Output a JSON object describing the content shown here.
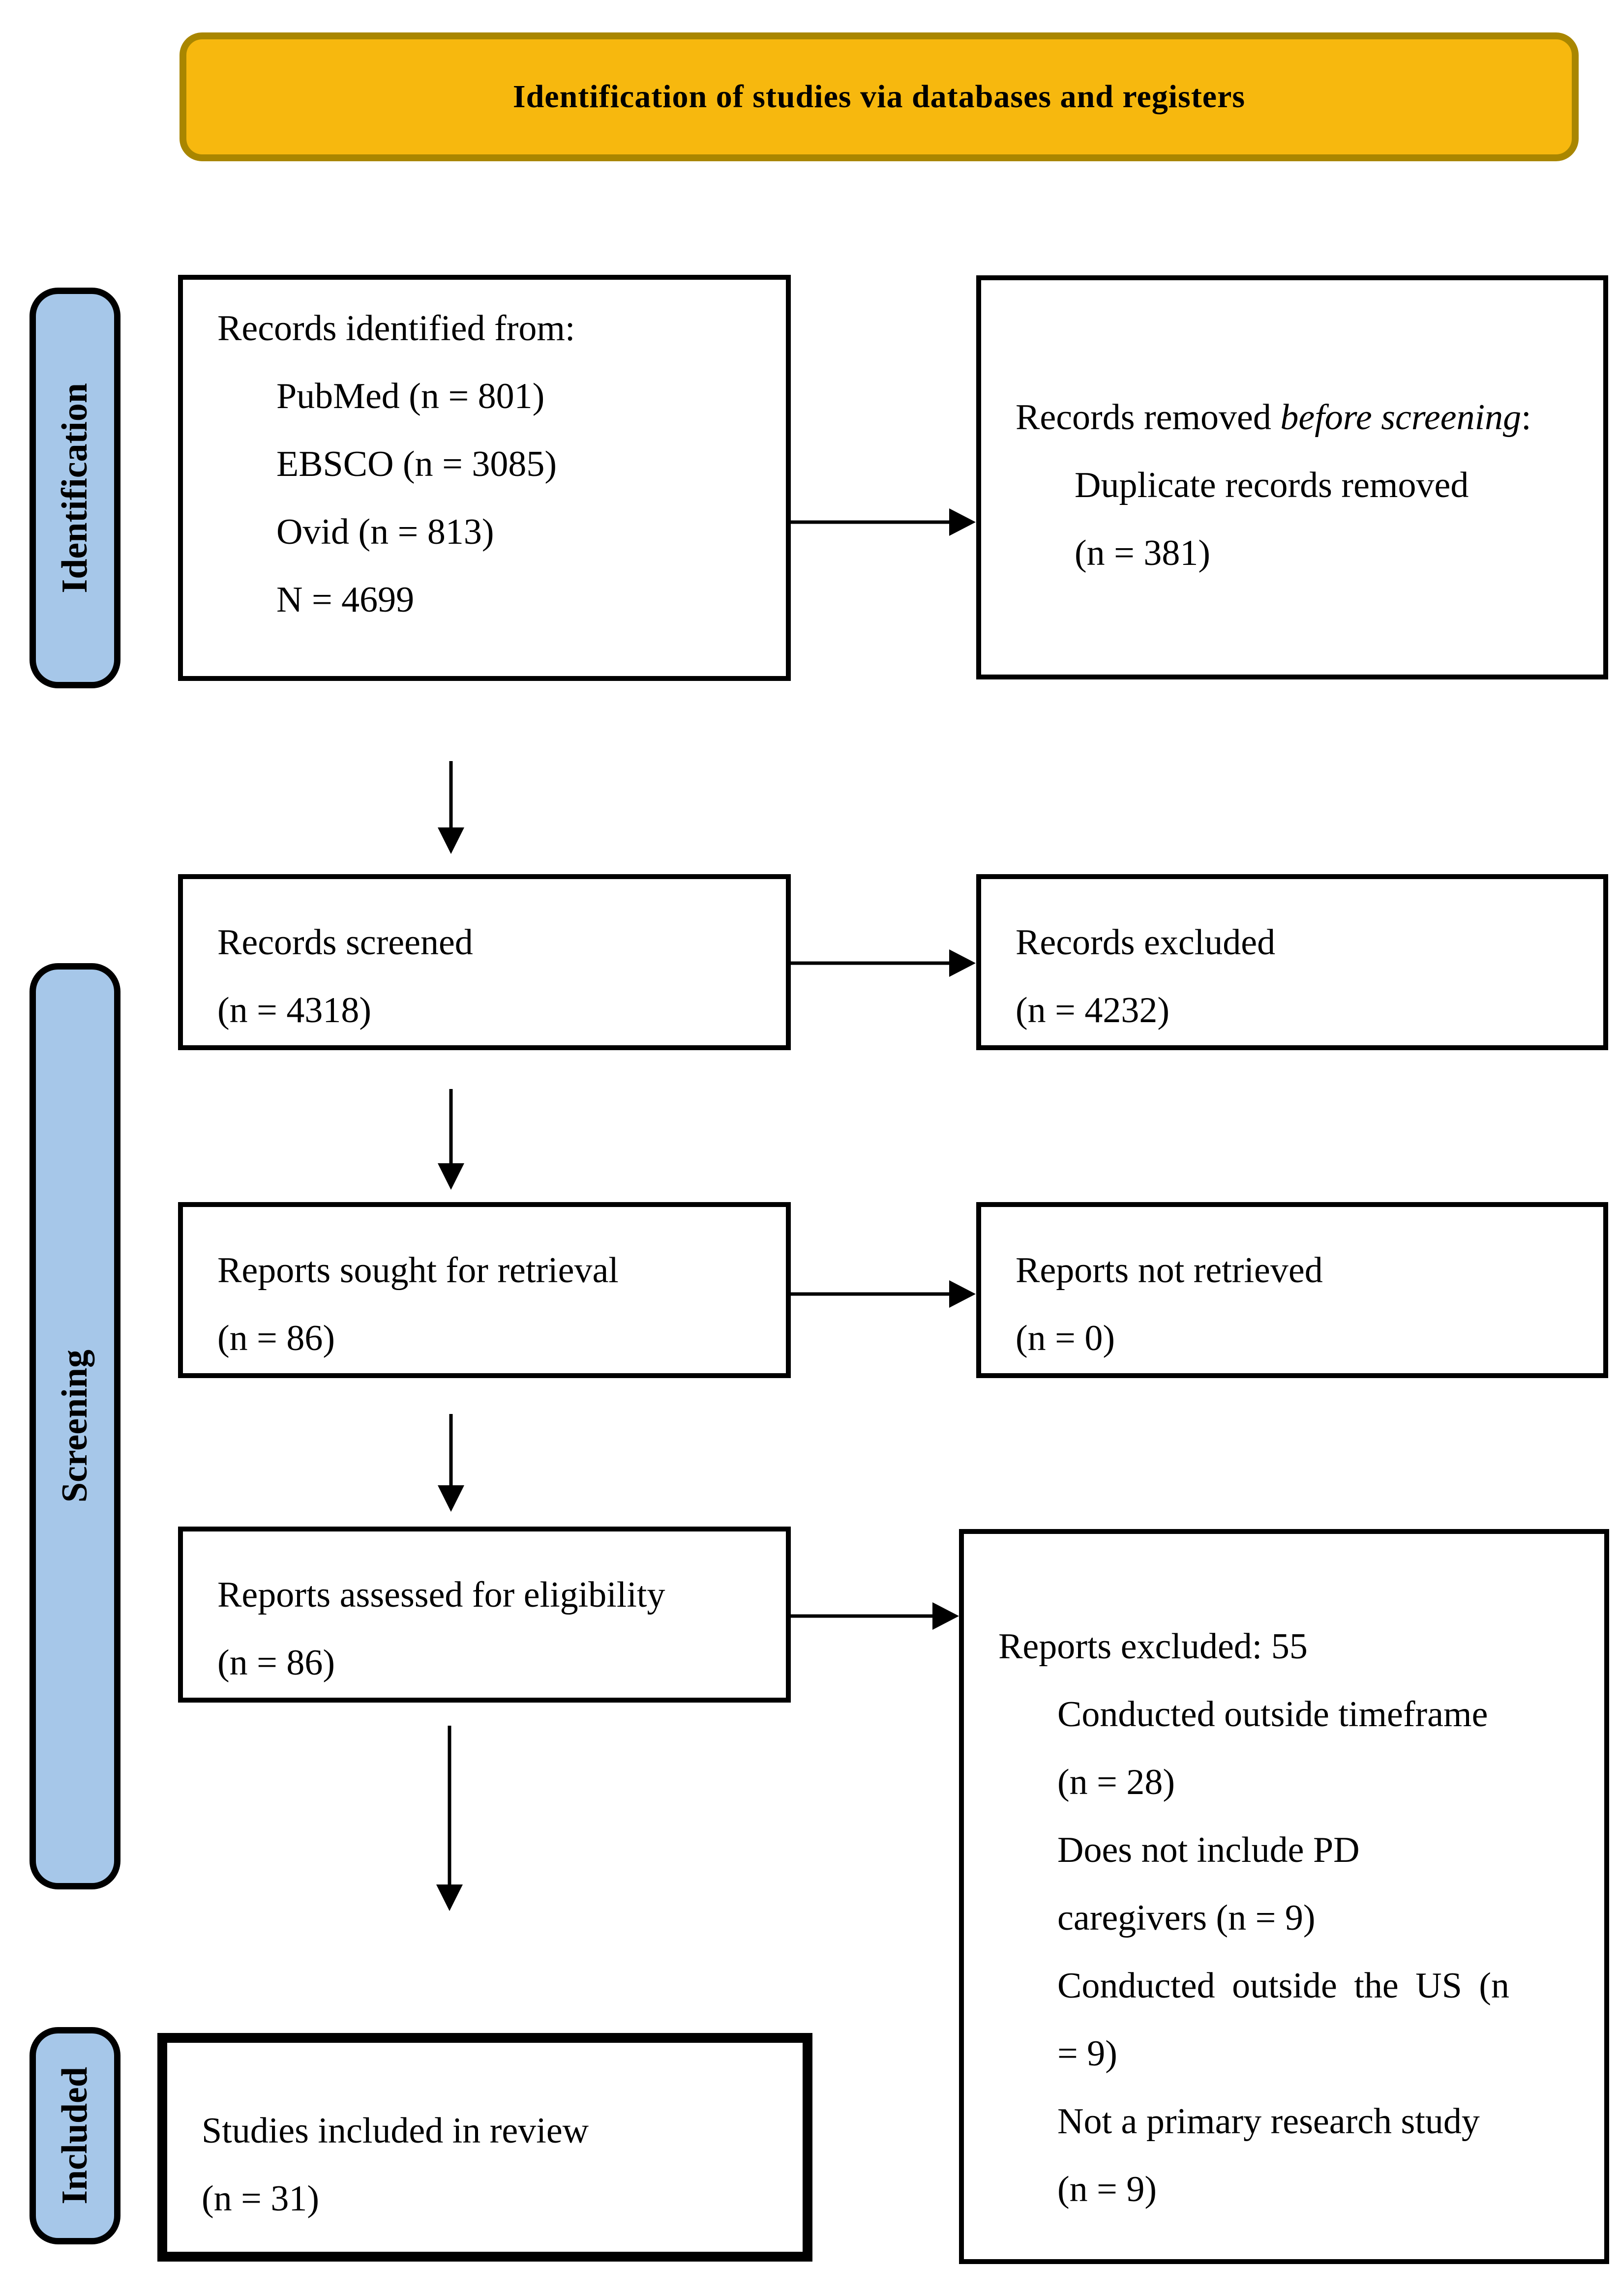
{
  "banner": {
    "title": "Identification of studies via databases and registers",
    "bg_color": "#F7B80E",
    "border_color": "#A98600"
  },
  "stages": {
    "identification": "Identification",
    "screening": "Screening",
    "included": "Included",
    "bg_color": "#A6C7E9"
  },
  "boxes": {
    "records_identified": {
      "title": "Records identified from:",
      "items": [
        "PubMed (n = 801)",
        "EBSCO (n = 3085)",
        "Ovid (n = 813)",
        "N = 4699"
      ]
    },
    "records_removed": {
      "title_prefix": "Records removed ",
      "title_italic": "before screening",
      "title_suffix": ":",
      "items": [
        "Duplicate records removed",
        "(n = 381)"
      ]
    },
    "records_screened": {
      "line1": "Records screened",
      "line2": "(n = 4318)"
    },
    "records_excluded": {
      "line1": "Records excluded",
      "line2": "(n = 4232)"
    },
    "reports_sought": {
      "line1": "Reports sought for retrieval",
      "line2": "(n = 86)"
    },
    "reports_not_retrieved": {
      "line1": "Reports not retrieved",
      "line2": "(n = 0)"
    },
    "reports_assessed": {
      "line1": "Reports assessed for eligibility",
      "line2": "(n = 86)"
    },
    "reports_excluded": {
      "title": "Reports excluded: 55",
      "items": [
        "Conducted outside timeframe",
        "(n = 28)",
        "Does not include PD",
        "caregivers (n = 9)",
        "Conducted outside the US (n",
        "= 9)",
        "Not a primary research study",
        "(n = 9)"
      ]
    },
    "studies_included": {
      "line1": "Studies included in review",
      "line2": "(n = 31)"
    }
  }
}
